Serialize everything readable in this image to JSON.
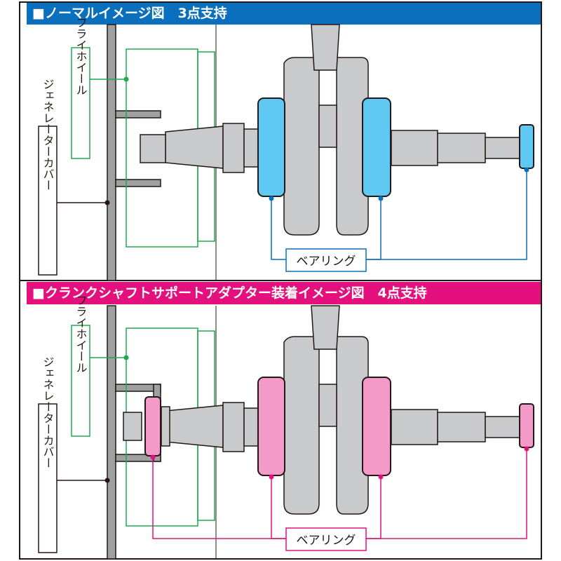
{
  "colors": {
    "normal_accent": "#0a6fbd",
    "adapter_accent": "#e4107d",
    "flywheel_outline": "#1faa4d",
    "bearing_blue": "#5ec8f2",
    "bearing_pink": "#f39ac8",
    "gray_part": "#c9cacb",
    "cover_gray": "#9fa0a0"
  },
  "top_panel": {
    "title": "■ノーマルイメージ図　3点支持",
    "flywheel_label": "フライホイール",
    "generator_cover_label": "ジェネレーターカバー",
    "bearing_label": "ベアリング",
    "bearing_count": 3
  },
  "bottom_panel": {
    "title": "■クランクシャフトサポートアダプター装着イメージ図　4点支持",
    "flywheel_label": "フライホイール",
    "generator_cover_label": "ジェネレーターカバー",
    "bearing_label": "ベアリング",
    "bearing_count": 4
  }
}
